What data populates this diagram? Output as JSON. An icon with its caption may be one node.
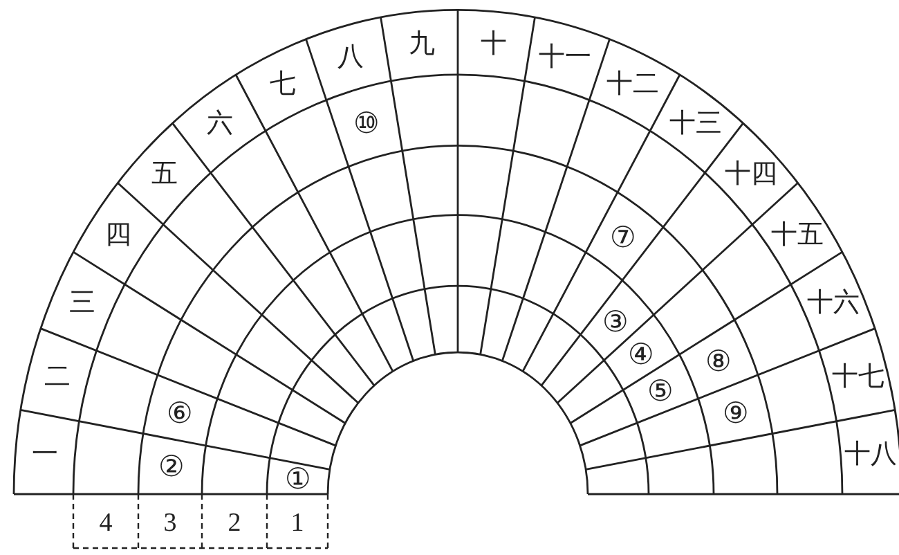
{
  "diagram": {
    "labels": [
      "一",
      "二",
      "三",
      "四",
      "五",
      "六",
      "七",
      "八",
      "九",
      "十",
      "十一",
      "十二",
      "十三",
      "十四",
      "十五",
      "十六",
      "十七",
      "十八",
      "①",
      "②",
      "③",
      "④",
      "⑤",
      "⑥",
      "⑦",
      "⑧",
      "⑨",
      "⑩",
      "4",
      "3",
      "2",
      "1"
    ]
  }
}
